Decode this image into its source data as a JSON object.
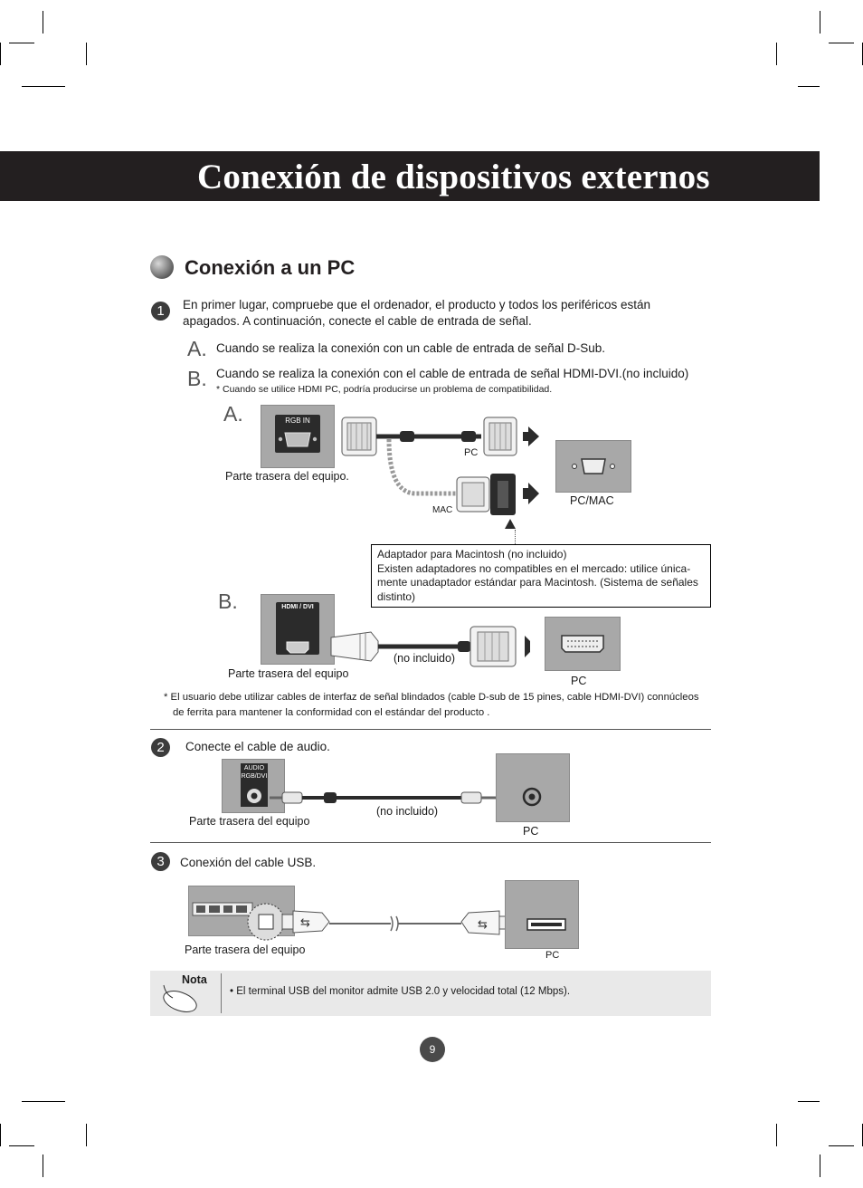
{
  "page_title": "Conexión de dispositivos externos",
  "section_title": "Conexión a un PC",
  "step1": {
    "num": "1",
    "text_line1": "En primer lugar, compruebe que el ordenador, el producto y todos los periféricos están",
    "text_line2": "apagados. A continuación, conecte el cable de entrada de señal.",
    "a_letter": "A.",
    "a_text": "Cuando se realiza la conexión con un cable de entrada de señal D-Sub.",
    "b_letter": "B.",
    "b_text": "Cuando se realiza la conexión con el cable de entrada de señal HDMI-DVI.(no incluido)",
    "b_note": "* Cuando se utilice HDMI PC, podría producirse un problema de compatibilidad."
  },
  "diagram_a": {
    "letter": "A.",
    "port_label": "RGB IN",
    "rear_label": "Parte trasera del equipo.",
    "pc_label": "PC",
    "mac_label": "MAC",
    "pcmac_label": "PC/MAC",
    "adapter_line1": "Adaptador para Macintosh (no incluido)",
    "adapter_line2": "Existen adaptadores no compatibles en el mercado: utilice única-",
    "adapter_line3": "mente unadaptador estándar para Macintosh. (Sistema de señales",
    "adapter_line4": "distinto)"
  },
  "diagram_b": {
    "letter": "B.",
    "port_label": "HDMI / DVI",
    "rear_label": "Parte trasera del equipo",
    "not_included": "(no incluido)",
    "pc_label": "PC"
  },
  "footnote_line1": "* El usuario debe utilizar cables de interfaz de señal blindados (cable D-sub de 15 pines, cable HDMI-DVI)  connúcleos",
  "footnote_line2": "de ferrita para mantener la conformidad con el estándar del producto .",
  "step2": {
    "num": "2",
    "text": "Conecte el cable de audio.",
    "port_label_1": "AUDIO",
    "port_label_2": "RGB/DVI",
    "rear_label": "Parte trasera del equipo",
    "not_included": "(no incluido)",
    "pc_label": "PC"
  },
  "step3": {
    "num": "3",
    "text": "Conexión del cable USB.",
    "rear_label": "Parte trasera del equipo",
    "pc_label": "PC"
  },
  "note": {
    "label": "Nota",
    "text": "• El terminal USB del monitor admite USB 2.0 y velocidad total (12 Mbps)."
  },
  "page_number": "9"
}
